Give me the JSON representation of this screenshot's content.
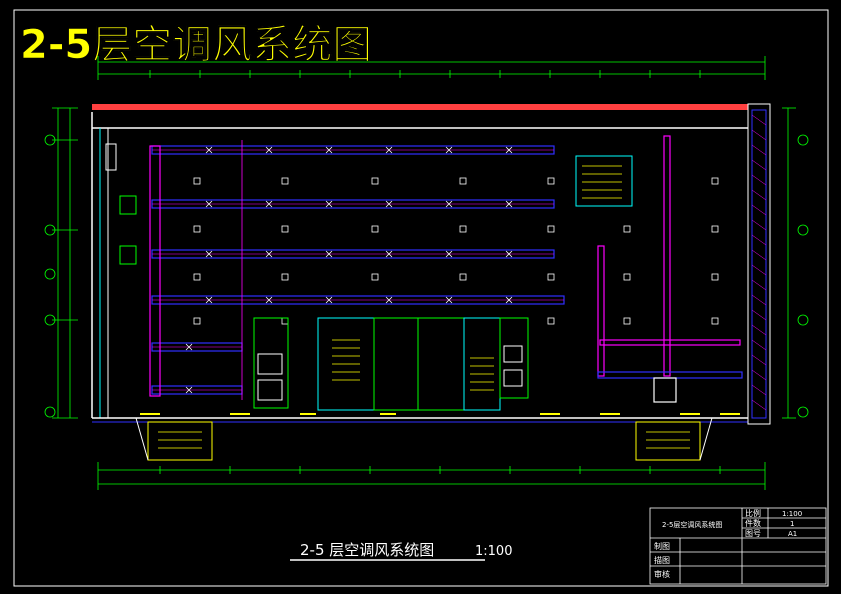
{
  "header": {
    "title": "2-5层空调风系统图"
  },
  "drawing": {
    "caption": "2-5  层空调风系统图",
    "scale_suffix": "1:100"
  },
  "title_block": {
    "drawing_name": "2-5层空调风系统图",
    "scale_label": "比例",
    "scale_value": "1:100",
    "sheet_label": "件数",
    "sheet_value": "1",
    "number_label": "图号",
    "number_value": "A1",
    "drawn_label": "制图",
    "traced_label": "描图",
    "checked_label": "审核"
  },
  "colors": {
    "background": "#000000",
    "title_yellow": "#ffff00",
    "wall_white": "#ffffff",
    "duct_blue": "#3030ff",
    "duct_magenta": "#ff00ff",
    "dim_green": "#00ff00",
    "accent_cyan": "#00ffff",
    "roof_red": "#ff4040"
  }
}
